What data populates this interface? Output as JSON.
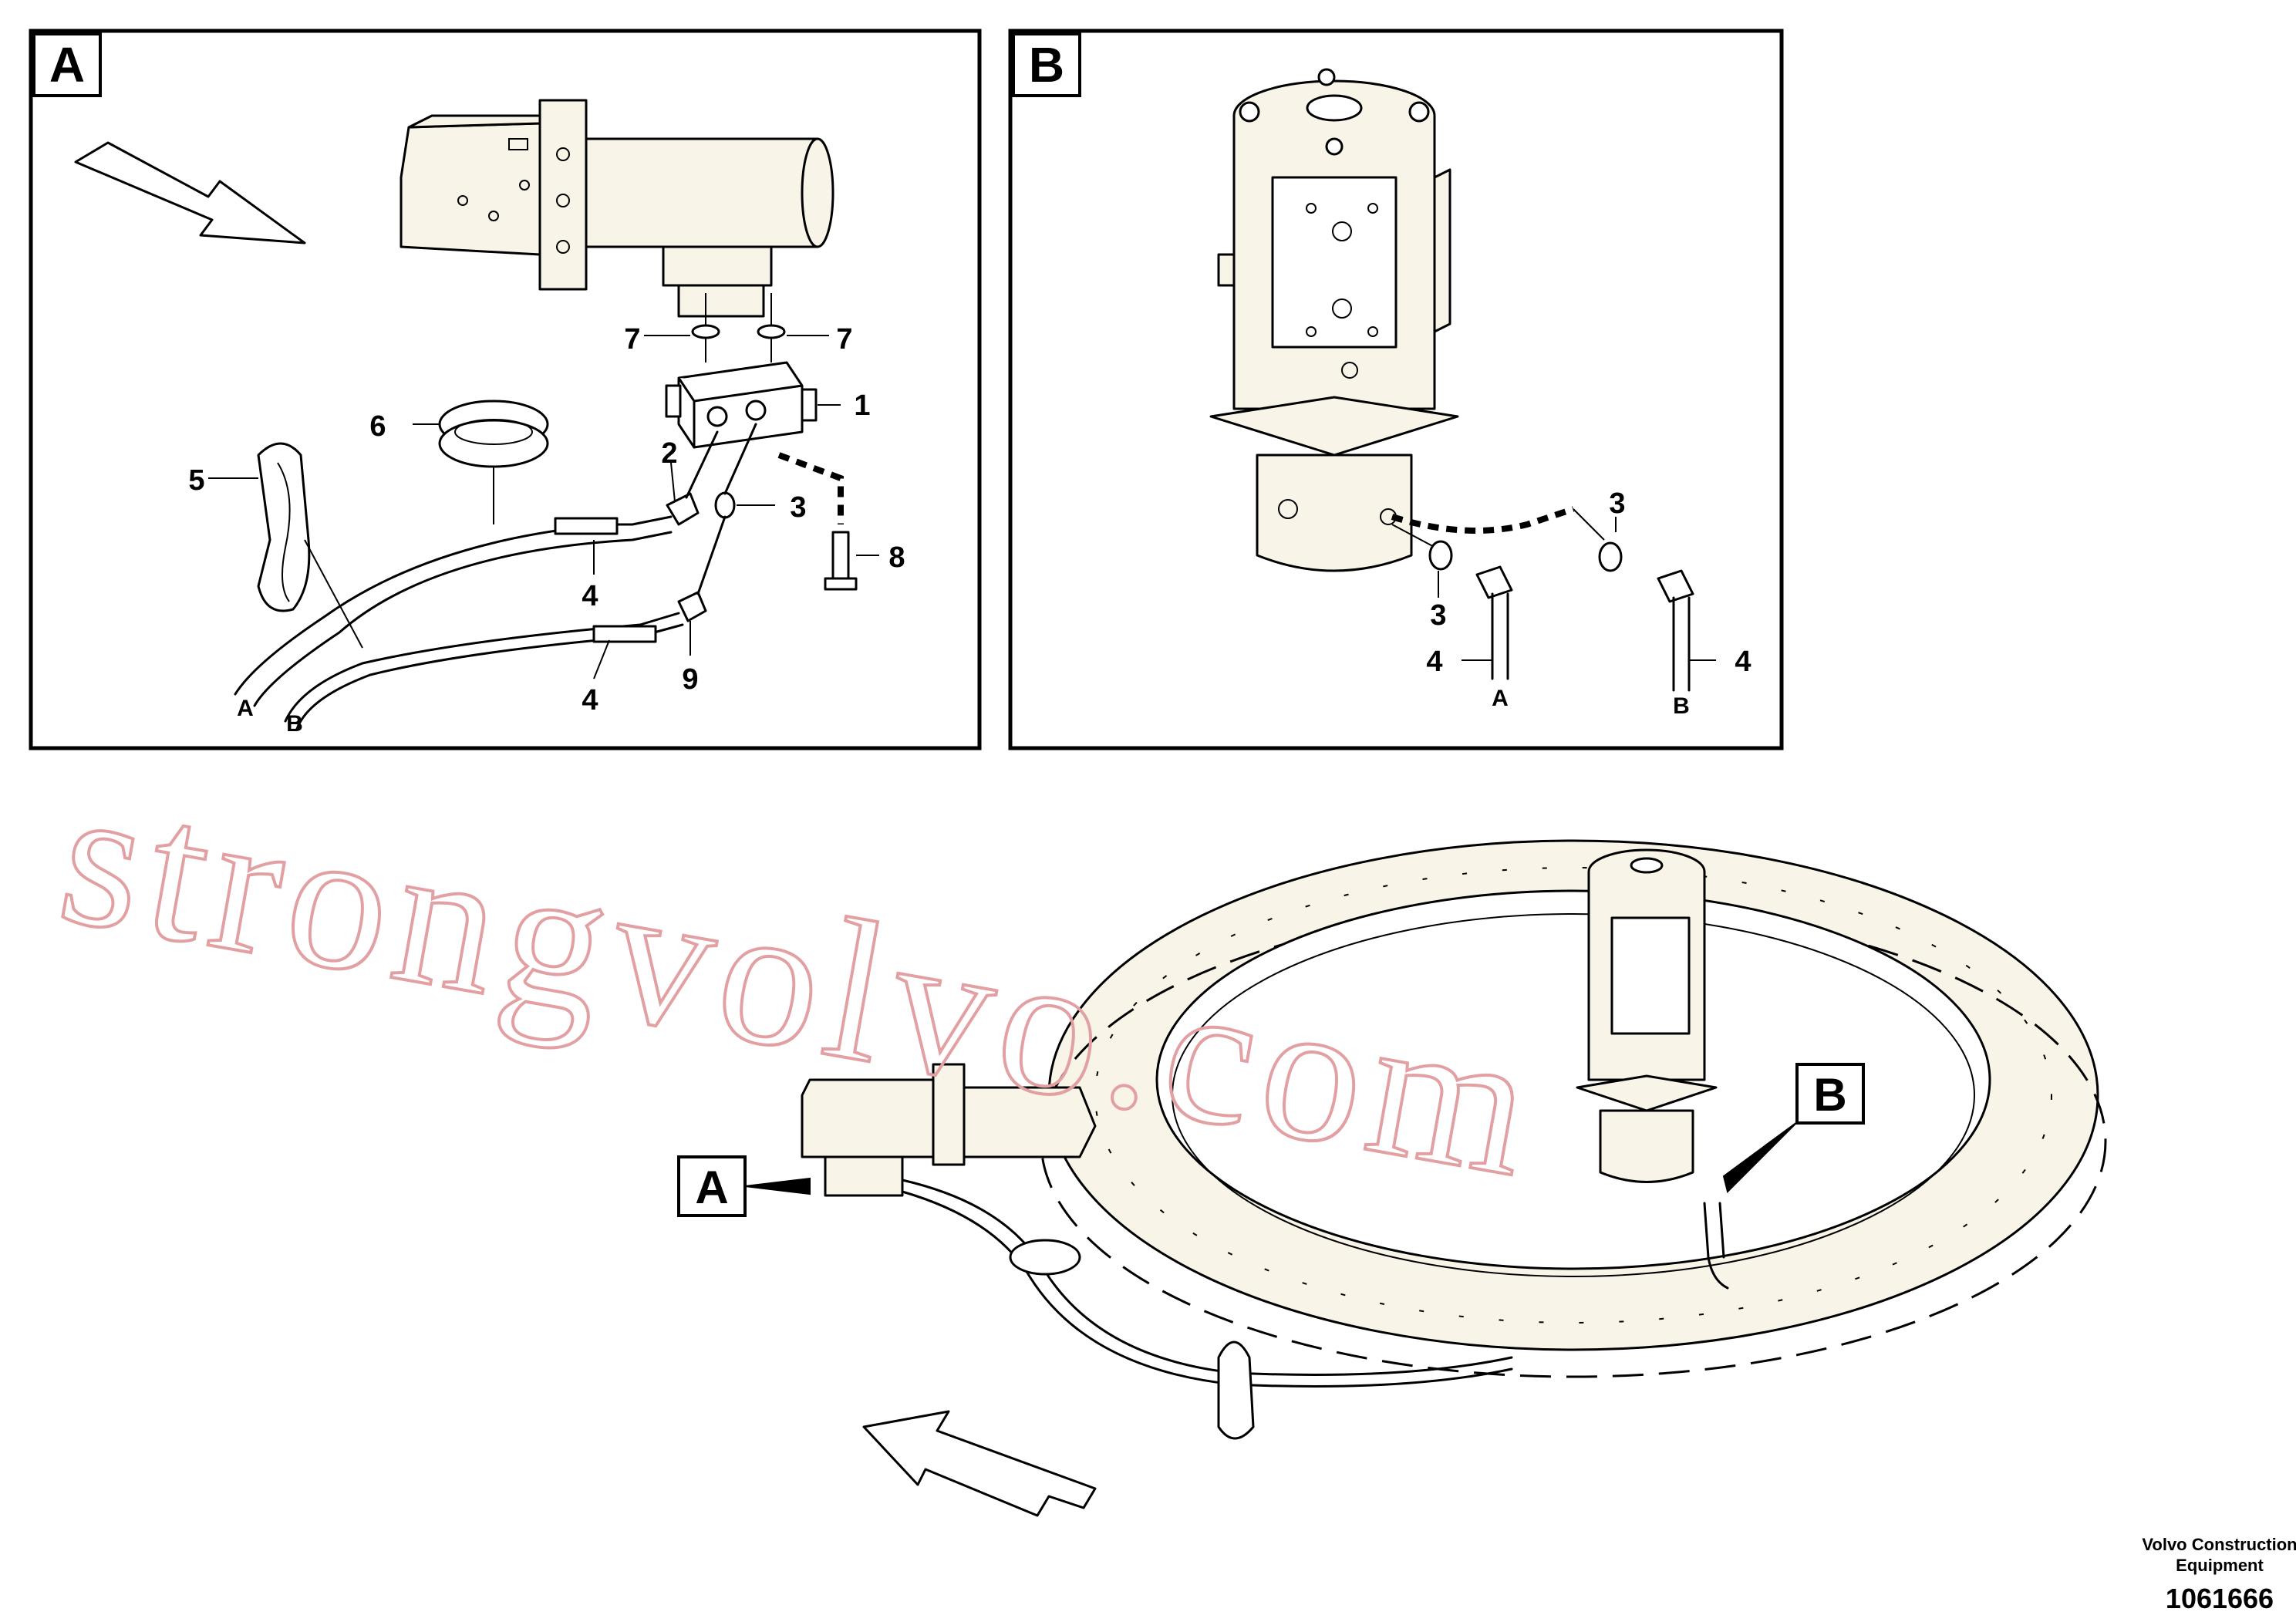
{
  "panels": {
    "a": {
      "letter": "A"
    },
    "b": {
      "letter": "B"
    }
  },
  "main_labels": {
    "a": "A",
    "b": "B"
  },
  "callouts_a": {
    "c1": "1",
    "c2": "2",
    "c3": "3",
    "c4_top": "4",
    "c4_bottom": "4",
    "c5": "5",
    "c6": "6",
    "c7_left": "7",
    "c7_right": "7",
    "c8": "8",
    "c9": "9",
    "hose_a": "A",
    "hose_b": "B"
  },
  "callouts_b": {
    "c3_left": "3",
    "c3_right": "3",
    "c4_left": "4",
    "c4_right": "4",
    "hose_a": "A",
    "hose_b": "B"
  },
  "watermark": "strongvolvo.com",
  "footer": {
    "company_line1": "Volvo Construction",
    "company_line2": "Equipment",
    "drawing_number": "1061666"
  },
  "colors": {
    "part_fill": "#f8f4e8",
    "watermark": "#e2a0a3",
    "line": "#000000"
  }
}
